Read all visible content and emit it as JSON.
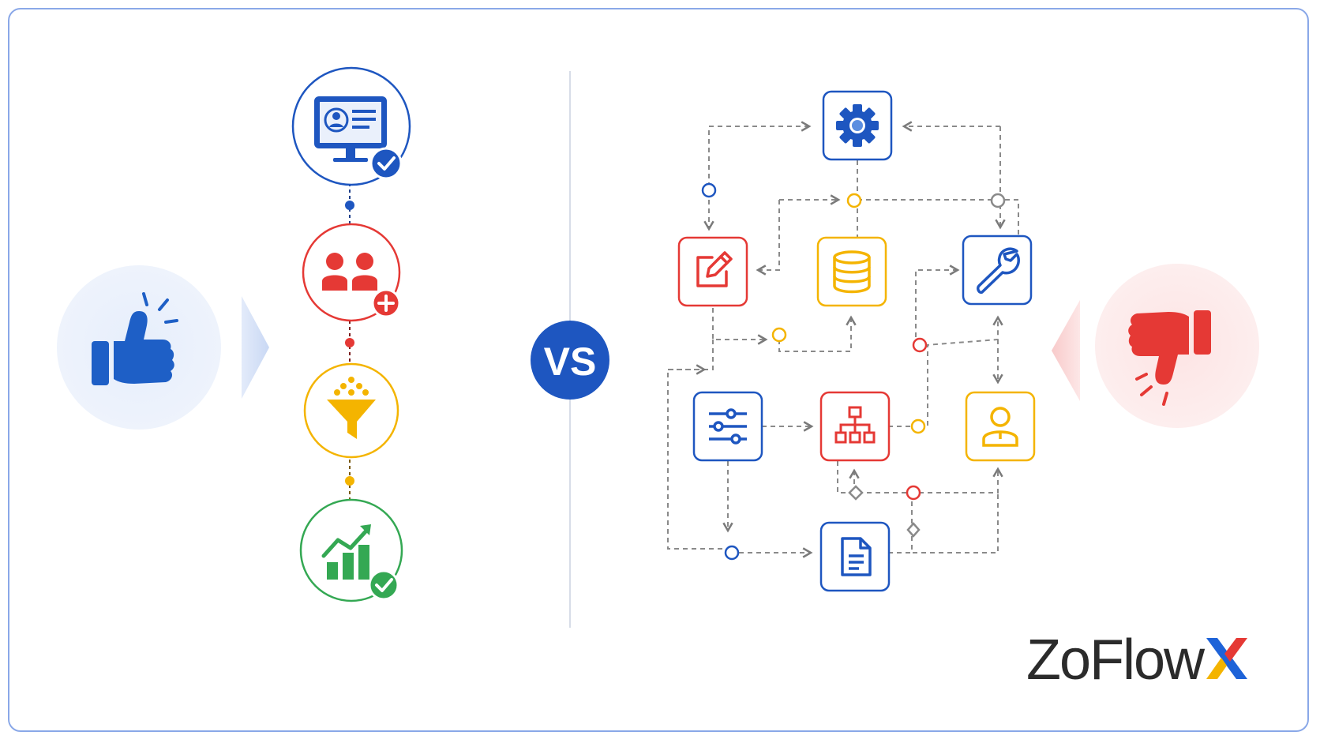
{
  "brand": {
    "name": "ZoFlow",
    "accent_letter": "X",
    "accent_colors": [
      "#1e63d8",
      "#e53935",
      "#f4b400"
    ]
  },
  "comparison": {
    "center_label": "VS",
    "center_color": "#1e56c0",
    "left": {
      "thumb_icon": "thumbs-up-icon",
      "thumb_color": "#1e5fc6",
      "steps": [
        {
          "icon": "monitor-profile-icon",
          "color": "#1e56c0",
          "badge": "check-icon"
        },
        {
          "icon": "users-icon",
          "color": "#e53935",
          "badge": "plus-icon"
        },
        {
          "icon": "funnel-icon",
          "color": "#f4b400",
          "badge": ""
        },
        {
          "icon": "growth-chart-icon",
          "color": "#34a853",
          "badge": "check-icon"
        }
      ]
    },
    "right": {
      "thumb_icon": "thumbs-down-icon",
      "thumb_color": "#e53935",
      "nodes": [
        {
          "icon": "gear-icon",
          "color": "#1e56c0"
        },
        {
          "icon": "edit-icon",
          "color": "#e53935"
        },
        {
          "icon": "database-icon",
          "color": "#f4b400"
        },
        {
          "icon": "wrench-icon",
          "color": "#1e56c0"
        },
        {
          "icon": "sliders-icon",
          "color": "#1e56c0"
        },
        {
          "icon": "org-chart-icon",
          "color": "#e53935"
        },
        {
          "icon": "user-icon",
          "color": "#f4b400"
        },
        {
          "icon": "document-icon",
          "color": "#1e56c0"
        }
      ]
    }
  }
}
